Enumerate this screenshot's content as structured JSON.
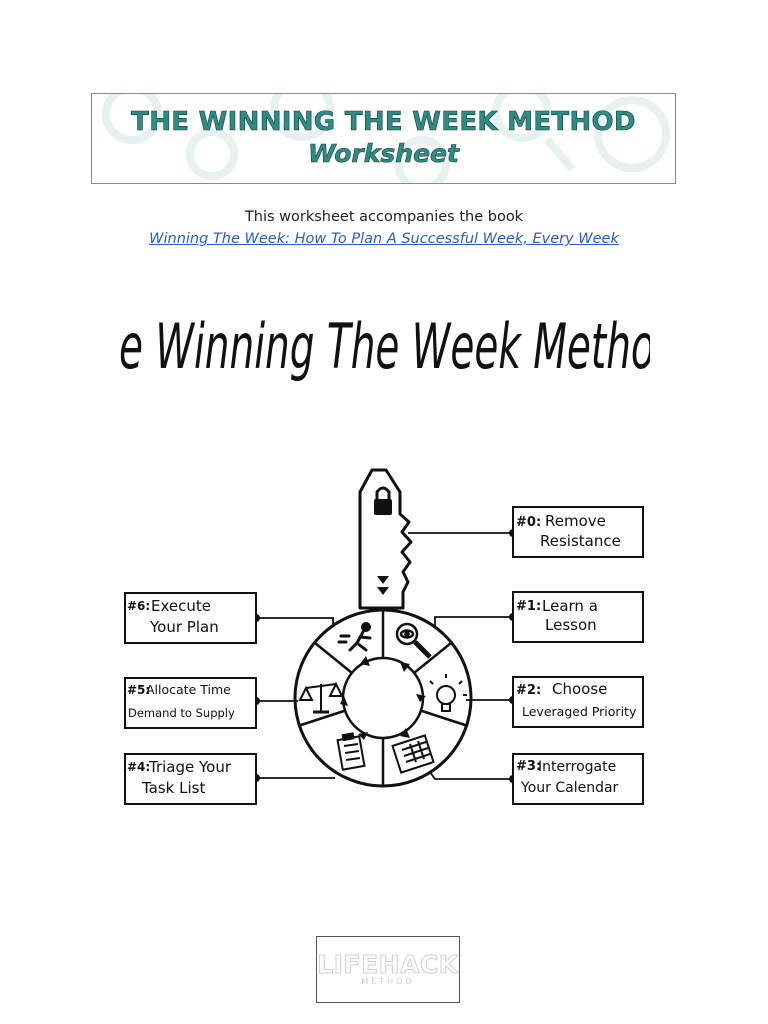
{
  "banner": {
    "title": "THE WINNING THE WEEK METHOD",
    "subtitle": "Worksheet"
  },
  "intro": {
    "text": "This worksheet accompanies the book",
    "link_text": "Winning The Week: How To Plan A Successful Week, Every Week"
  },
  "diagram": {
    "title": "The Winning The Week Method",
    "steps": [
      {
        "number": "#0:",
        "line1": "Remove",
        "line2": "Resistance"
      },
      {
        "number": "#1:",
        "line1": "Learn a",
        "line2": "Lesson"
      },
      {
        "number": "#2:",
        "line1": "Choose",
        "line2": "Leveraged Priority"
      },
      {
        "number": "#3:",
        "line1": "Interrogate",
        "line2": "Your Calendar"
      },
      {
        "number": "#4:",
        "line1": "Triage Your",
        "line2": "Task List"
      },
      {
        "number": "#5:",
        "line1": "Allocate Time",
        "line2": "Demand to Supply"
      },
      {
        "number": "#6:",
        "line1": "Execute",
        "line2": "Your Plan"
      }
    ],
    "icons": [
      "lock-icon",
      "runner-icon",
      "magnifier-eye-icon",
      "lightbulb-icon",
      "calendar-icon",
      "clipboard-icon",
      "scales-icon"
    ]
  },
  "logo": {
    "main": "LIFEHACK",
    "sub": "METHOD"
  }
}
